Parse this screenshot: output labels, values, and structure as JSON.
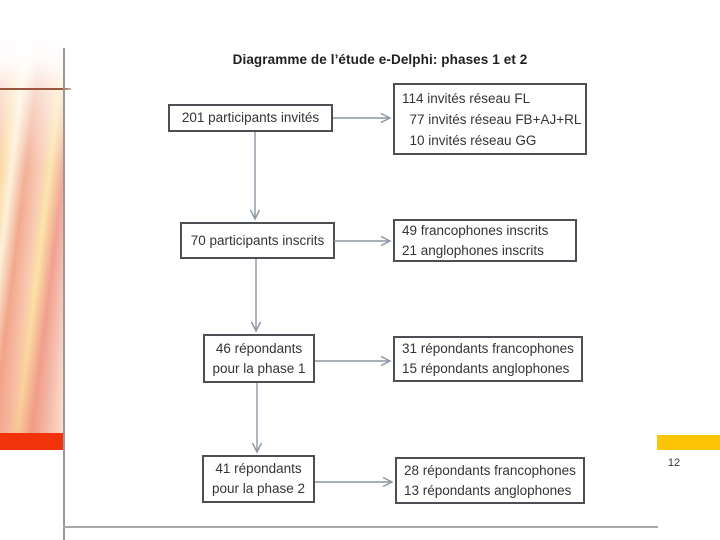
{
  "slide": {
    "page_number": "12",
    "accents": {
      "red_bar": "#F1330B",
      "yellow_bar": "#FCC606",
      "divider_line": "#9B563F",
      "frame_line": "#98989A",
      "strip_colors": [
        "#F2A78C",
        "#FCD9A0",
        "#F5B49E",
        "#FCE3A6"
      ]
    }
  },
  "diagram": {
    "title": "Diagramme de l’étude e-Delphi: phases 1 et 2",
    "box_border_color": "#4C4F54",
    "arrow_color": "#8B95A1",
    "rows": [
      {
        "left": {
          "lines": [
            "201 participants invités"
          ]
        },
        "right": {
          "lines": [
            "114 invités réseau FL",
            "  77 invités réseau FB+AJ+RL",
            "  10 invités réseau GG"
          ]
        }
      },
      {
        "left": {
          "lines": [
            "70 participants inscrits"
          ]
        },
        "right": {
          "lines": [
            "49 francophones inscrits",
            "21 anglophones inscrits"
          ]
        }
      },
      {
        "left": {
          "lines": [
            "46 répondants",
            "pour la phase 1"
          ]
        },
        "right": {
          "lines": [
            "31 répondants francophones",
            "15 répondants anglophones"
          ]
        }
      },
      {
        "left": {
          "lines": [
            "41 répondants",
            "pour la phase 2"
          ]
        },
        "right": {
          "lines": [
            "28 répondants francophones",
            "13 répondants anglophones"
          ]
        }
      }
    ]
  }
}
